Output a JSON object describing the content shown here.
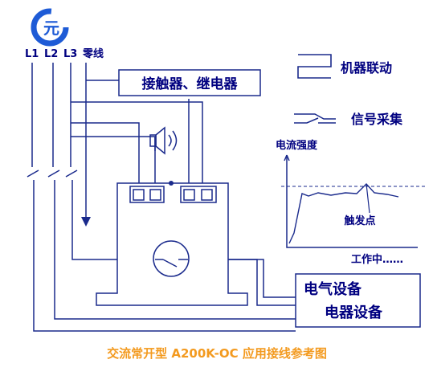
{
  "logo": {
    "text": "G元",
    "color": "#1e5bd6"
  },
  "lines": {
    "l1": "L1",
    "l2": "L2",
    "l3": "L3",
    "neutral": "零线"
  },
  "contactor_box": {
    "label": "接触器、继电器"
  },
  "legend": {
    "linkage": "机器联动",
    "signal": "信号采集"
  },
  "current_graph": {
    "ylabel": "电流强度",
    "trigger": "触发点",
    "xlabel": "工作中……"
  },
  "equipment_box": {
    "line1": "电气设备",
    "line2": "电器设备"
  },
  "caption": "交流常开型 A200K-OC 应用接线参考图",
  "colors": {
    "wire": "#1a2a8c",
    "text": "#000080",
    "caption": "#f39a1f",
    "logo": "#1e5bd6"
  }
}
